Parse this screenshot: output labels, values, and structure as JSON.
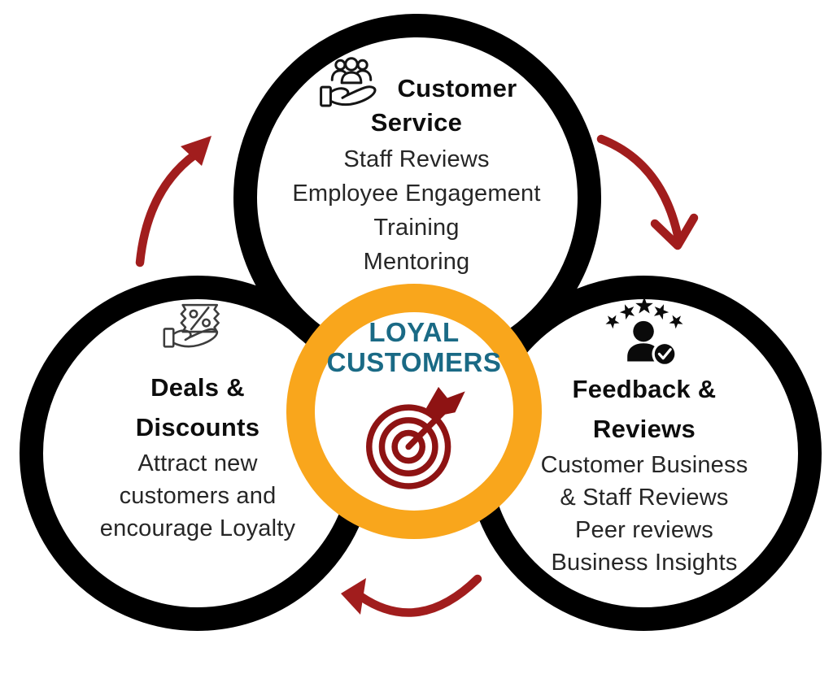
{
  "diagram": {
    "center": {
      "line1": "LOYAL",
      "line2": "CUSTOMERS",
      "icon": "target-arrow-icon"
    },
    "nodes": [
      {
        "title_line1": "Customer",
        "title_line2": "Service",
        "icon": "customer-service-hand-icon",
        "items": [
          "Staff Reviews",
          "Employee Engagement",
          "Training",
          "Mentoring"
        ]
      },
      {
        "title_line1": "Deals &",
        "title_line2": "Discounts",
        "icon": "discount-coupon-hand-icon",
        "items": [
          "Attract new",
          "customers and",
          "encourage Loyalty"
        ]
      },
      {
        "title_line1": "Feedback &",
        "title_line2": "Reviews",
        "icon": "rated-person-check-icon",
        "items": [
          "Customer Business",
          "& Staff Reviews",
          "Peer reviews",
          "Business Insights"
        ]
      }
    ],
    "colors": {
      "ring_black": "#000000",
      "badge_orange": "#F9A61C",
      "center_text_teal": "#1A6A85",
      "arrow_red": "#A11D1D",
      "target_red": "#8E1313",
      "title_text": "#0d0d0d",
      "body_text": "#262626"
    }
  }
}
